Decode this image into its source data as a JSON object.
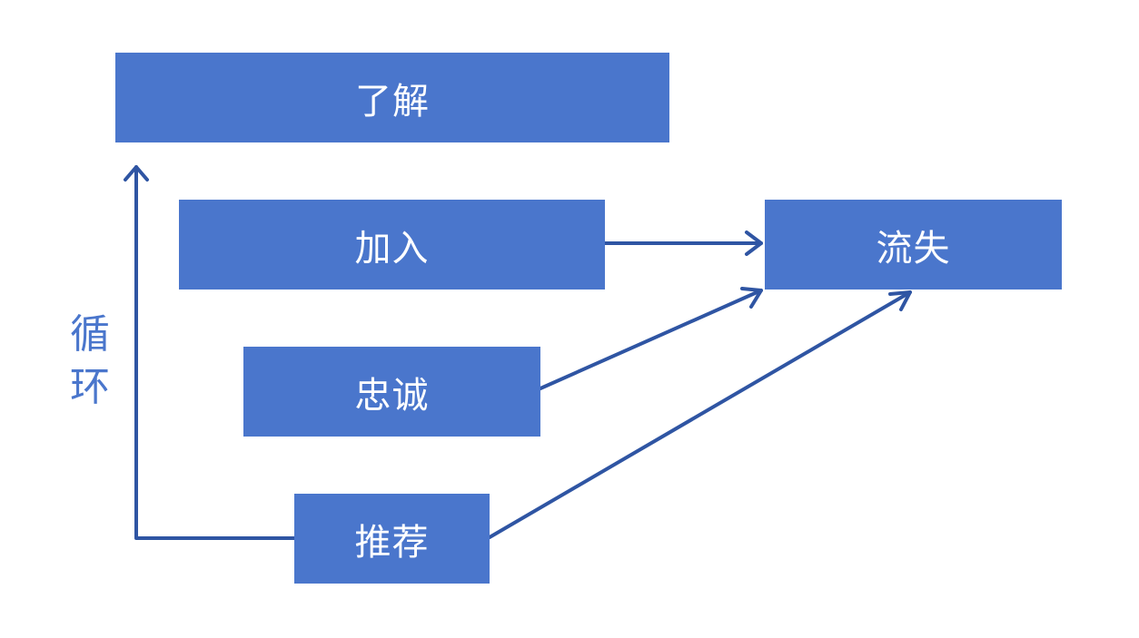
{
  "nodes": {
    "liaojie": "了解",
    "jiaru": "加入",
    "zhongcheng": "忠诚",
    "tuijian": "推荐",
    "liushi": "流失"
  },
  "cycle_label": {
    "char1": "循",
    "char2": "环"
  },
  "colors": {
    "box_fill": "#4a76cc",
    "arrow": "#2f55a3",
    "label": "#4a76cc"
  }
}
